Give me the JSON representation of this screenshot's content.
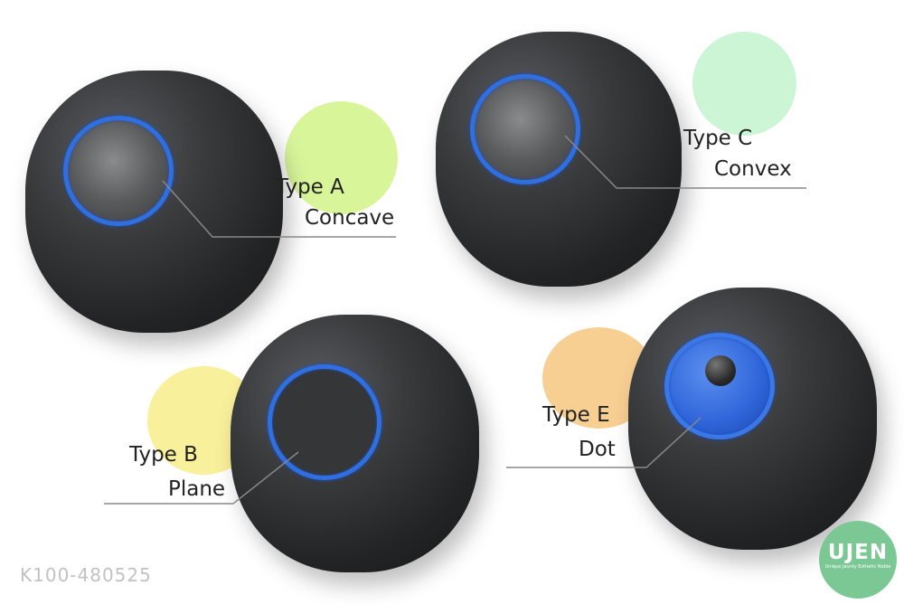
{
  "types": [
    {
      "name": "Type A",
      "style": "Concave",
      "blob_color": "#d9f59a"
    },
    {
      "name": "Type C",
      "style": "Convex",
      "blob_color": "#ccf5d6"
    },
    {
      "name": "Type B",
      "style": "Plane",
      "blob_color": "#f8f09a"
    },
    {
      "name": "Type E",
      "style": "Dot",
      "blob_color": "#f8cf92"
    }
  ],
  "product_code": "K100-480525",
  "logo": {
    "text": "UJEN",
    "tagline": "Unique Jaunty Esthetic Noble",
    "color": "#7cc894"
  },
  "accent_color": "#2f6fe0"
}
